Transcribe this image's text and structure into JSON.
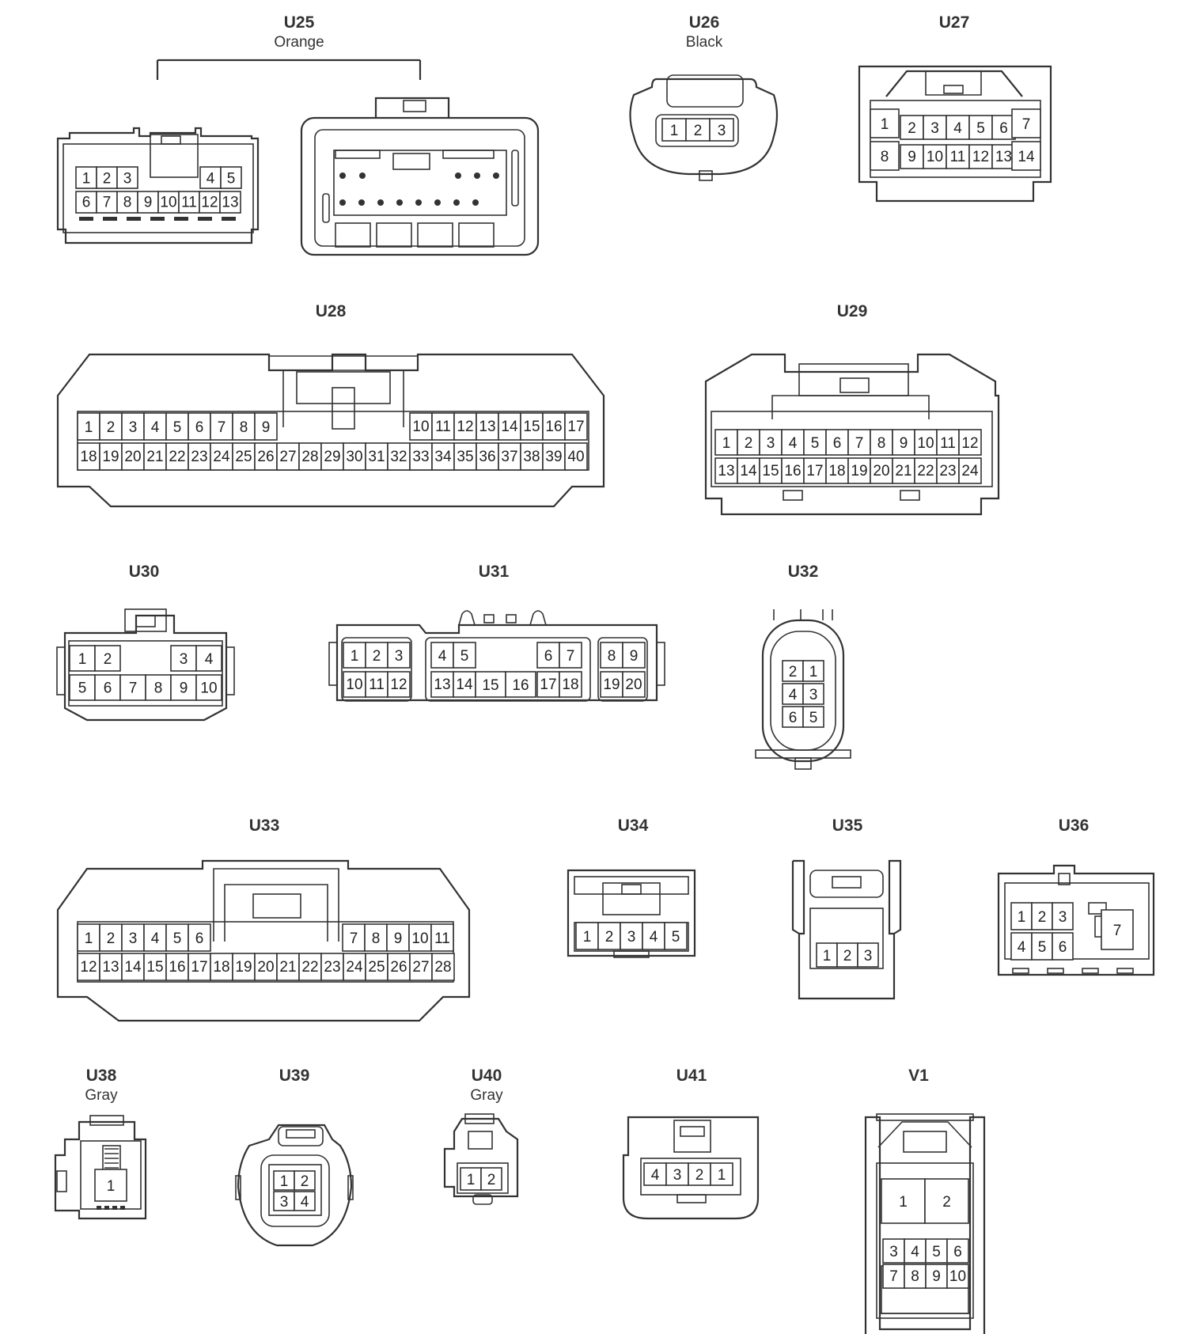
{
  "connectors": [
    {
      "id": "U25",
      "label": "U25",
      "subtitle": "Orange",
      "pins": [
        "1",
        "2",
        "3",
        "4",
        "5",
        "6",
        "7",
        "8",
        "9",
        "10",
        "11",
        "12",
        "13"
      ]
    },
    {
      "id": "U26",
      "label": "U26",
      "subtitle": "Black",
      "pins": [
        "1",
        "2",
        "3"
      ]
    },
    {
      "id": "U27",
      "label": "U27",
      "subtitle": "",
      "pins": [
        "1",
        "2",
        "3",
        "4",
        "5",
        "6",
        "7",
        "8",
        "9",
        "10",
        "11",
        "12",
        "13",
        "14"
      ]
    },
    {
      "id": "U28",
      "label": "U28",
      "subtitle": "",
      "pins": [
        "1",
        "2",
        "3",
        "4",
        "5",
        "6",
        "7",
        "8",
        "9",
        "10",
        "11",
        "12",
        "13",
        "14",
        "15",
        "16",
        "17",
        "18",
        "19",
        "20",
        "21",
        "22",
        "23",
        "24",
        "25",
        "26",
        "27",
        "28",
        "29",
        "30",
        "31",
        "32",
        "33",
        "34",
        "35",
        "36",
        "37",
        "38",
        "39",
        "40"
      ]
    },
    {
      "id": "U29",
      "label": "U29",
      "subtitle": "",
      "pins": [
        "1",
        "2",
        "3",
        "4",
        "5",
        "6",
        "7",
        "8",
        "9",
        "10",
        "11",
        "12",
        "13",
        "14",
        "15",
        "16",
        "17",
        "18",
        "19",
        "20",
        "21",
        "22",
        "23",
        "24"
      ]
    },
    {
      "id": "U30",
      "label": "U30",
      "subtitle": "",
      "pins": [
        "1",
        "2",
        "3",
        "4",
        "5",
        "6",
        "7",
        "8",
        "9",
        "10"
      ]
    },
    {
      "id": "U31",
      "label": "U31",
      "subtitle": "",
      "pins": [
        "1",
        "2",
        "3",
        "4",
        "5",
        "6",
        "7",
        "8",
        "9",
        "10",
        "11",
        "12",
        "13",
        "14",
        "15",
        "16",
        "17",
        "18",
        "19",
        "20"
      ]
    },
    {
      "id": "U32",
      "label": "U32",
      "subtitle": "",
      "pins": [
        "1",
        "2",
        "3",
        "4",
        "5",
        "6"
      ]
    },
    {
      "id": "U33",
      "label": "U33",
      "subtitle": "",
      "pins": [
        "1",
        "2",
        "3",
        "4",
        "5",
        "6",
        "7",
        "8",
        "9",
        "10",
        "11",
        "12",
        "13",
        "14",
        "15",
        "16",
        "17",
        "18",
        "19",
        "20",
        "21",
        "22",
        "23",
        "24",
        "25",
        "26",
        "27",
        "28"
      ]
    },
    {
      "id": "U34",
      "label": "U34",
      "subtitle": "",
      "pins": [
        "1",
        "2",
        "3",
        "4",
        "5"
      ]
    },
    {
      "id": "U35",
      "label": "U35",
      "subtitle": "",
      "pins": [
        "1",
        "2",
        "3"
      ]
    },
    {
      "id": "U36",
      "label": "U36",
      "subtitle": "",
      "pins": [
        "1",
        "2",
        "3",
        "4",
        "5",
        "6",
        "7"
      ]
    },
    {
      "id": "U38",
      "label": "U38",
      "subtitle": "Gray",
      "pins": [
        "1"
      ]
    },
    {
      "id": "U39",
      "label": "U39",
      "subtitle": "",
      "pins": [
        "1",
        "2",
        "3",
        "4"
      ]
    },
    {
      "id": "U40",
      "label": "U40",
      "subtitle": "Gray",
      "pins": [
        "1",
        "2"
      ]
    },
    {
      "id": "U41",
      "label": "U41",
      "subtitle": "",
      "pins": [
        "4",
        "3",
        "2",
        "1"
      ]
    },
    {
      "id": "V1",
      "label": "V1",
      "subtitle": "",
      "pins": [
        "1",
        "2",
        "3",
        "4",
        "5",
        "6",
        "7",
        "8",
        "9",
        "10"
      ]
    }
  ]
}
